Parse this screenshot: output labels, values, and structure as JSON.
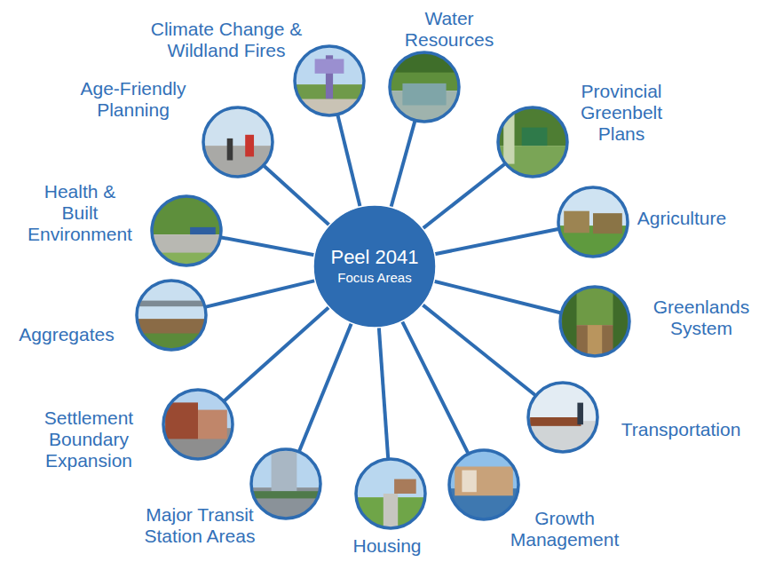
{
  "diagram": {
    "nodes": [
      {
        "text": [
          "Peel 2041",
          "Focus Areas"
        ]
      },
      {
        "text": [
          "Climate Change & Wildland Fires"
        ]
      },
      {
        "text": [
          "Water Resources"
        ]
      },
      {
        "text": [
          "Provincial Greenbelt Plans"
        ]
      },
      {
        "text": [
          "Agriculture"
        ]
      },
      {
        "text": [
          "Greenlands System"
        ]
      },
      {
        "text": [
          "Transportation"
        ]
      },
      {
        "text": [
          "Growth Management"
        ]
      },
      {
        "text": [
          "Housing"
        ]
      },
      {
        "text": [
          "Major Transit Station Areas"
        ]
      },
      {
        "text": [
          "Settlement Boundary Expansion"
        ]
      },
      {
        "text": [
          "Aggregates"
        ]
      },
      {
        "text": [
          "Health & Built Environment"
        ]
      },
      {
        "text": [
          "Age-Friendly Planning"
        ]
      }
    ],
    "edges": [
      {
        "from": 0,
        "to": 1,
        "arrow": "none"
      },
      {
        "from": 0,
        "to": 2,
        "arrow": "none"
      },
      {
        "from": 0,
        "to": 3,
        "arrow": "none"
      },
      {
        "from": 0,
        "to": 4,
        "arrow": "none"
      },
      {
        "from": 0,
        "to": 5,
        "arrow": "none"
      },
      {
        "from": 0,
        "to": 6,
        "arrow": "none"
      },
      {
        "from": 0,
        "to": 7,
        "arrow": "none"
      },
      {
        "from": 0,
        "to": 8,
        "arrow": "none"
      },
      {
        "from": 0,
        "to": 9,
        "arrow": "none"
      },
      {
        "from": 0,
        "to": 10,
        "arrow": "none"
      },
      {
        "from": 0,
        "to": 11,
        "arrow": "none"
      },
      {
        "from": 0,
        "to": 12,
        "arrow": "none"
      },
      {
        "from": 0,
        "to": 13,
        "arrow": "none"
      }
    ]
  }
}
